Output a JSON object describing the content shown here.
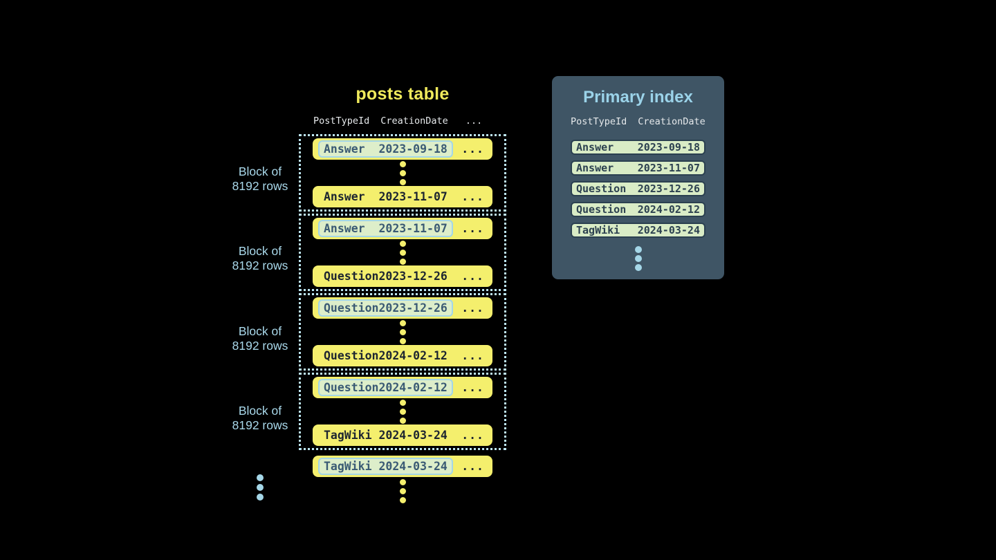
{
  "colors": {
    "background": "#000000",
    "table_row_yellow": "#f4ef6d",
    "table_row_text": "#1d2530",
    "highlight_bg": "#ddeeca",
    "highlight_border": "#a3d6e8",
    "highlight_text": "#3a5a74",
    "block_dotted_border": "#bfe8f5",
    "block_label_blue": "#a9d8ea",
    "posts_title_yellow": "#f0ea5c",
    "panel_bg": "#3f5565",
    "panel_title_blue": "#9bd3e9",
    "index_entry_bg": "#d9ecc6",
    "index_entry_border": "#2b4050",
    "header_text": "#e6e9eb"
  },
  "posts_table": {
    "title": "posts table",
    "headers": {
      "col1": "PostTypeId",
      "col2": "CreationDate",
      "col3": "..."
    },
    "block_label": {
      "line1": "Block of",
      "line2": "8192 rows"
    },
    "row_ellipsis": "...",
    "blocks": [
      {
        "first": {
          "type": "Answer",
          "date": "2023-09-18"
        },
        "last": {
          "type": "Answer",
          "date": "2023-11-07"
        }
      },
      {
        "first": {
          "type": "Answer",
          "date": "2023-11-07"
        },
        "last": {
          "type": "Question",
          "date": "2023-12-26"
        }
      },
      {
        "first": {
          "type": "Question",
          "date": "2023-12-26"
        },
        "last": {
          "type": "Question",
          "date": "2024-02-12"
        }
      },
      {
        "first": {
          "type": "Question",
          "date": "2024-02-12"
        },
        "last": {
          "type": "TagWiki",
          "date": "2024-03-24"
        }
      }
    ],
    "overflow_row": {
      "type": "TagWiki",
      "date": "2024-03-24"
    }
  },
  "primary_index": {
    "title": "Primary index",
    "headers": {
      "col1": "PostTypeId",
      "col2": "CreationDate"
    },
    "entries": [
      {
        "type": "Answer",
        "date": "2023-09-18"
      },
      {
        "type": "Answer",
        "date": "2023-11-07"
      },
      {
        "type": "Question",
        "date": "2023-12-26"
      },
      {
        "type": "Question",
        "date": "2024-02-12"
      },
      {
        "type": "TagWiki",
        "date": "2024-03-24"
      }
    ]
  }
}
